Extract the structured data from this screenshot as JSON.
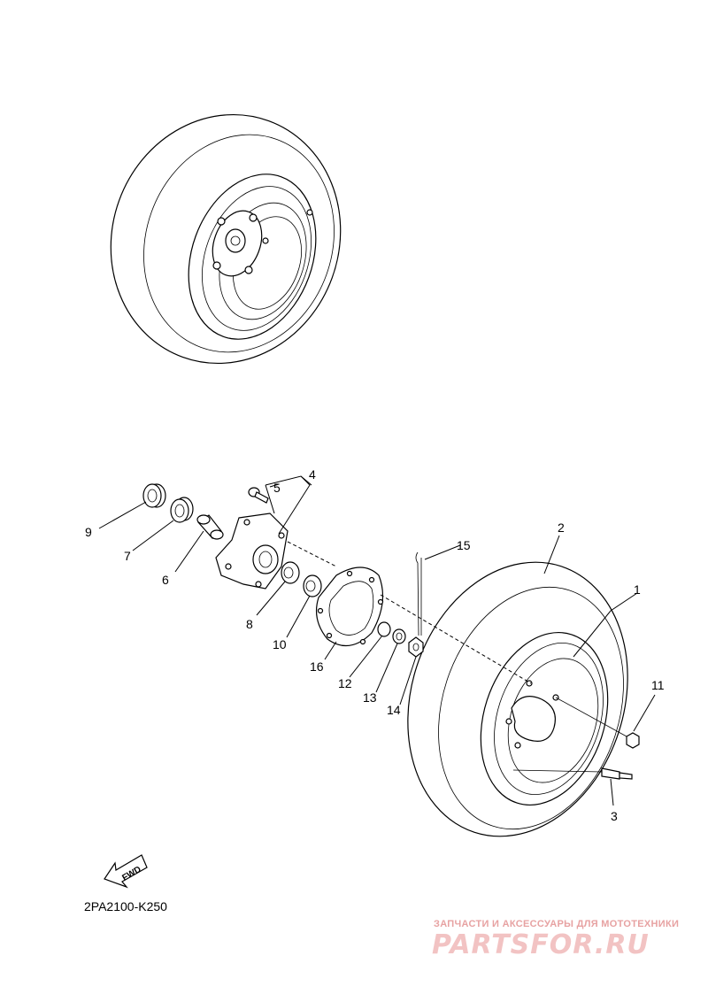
{
  "diagram_code": "2PA2100-K250",
  "fwd_label": "FWD",
  "watermark": {
    "subtitle": "ЗАПЧАСТИ И АКСЕССУАРЫ ДЛЯ МОТОТЕХНИКИ",
    "brand": "PARTSFOR.RU"
  },
  "callouts": [
    "1",
    "2",
    "3",
    "4",
    "5",
    "6",
    "7",
    "8",
    "9",
    "10",
    "11",
    "12",
    "13",
    "14",
    "15",
    "16"
  ]
}
